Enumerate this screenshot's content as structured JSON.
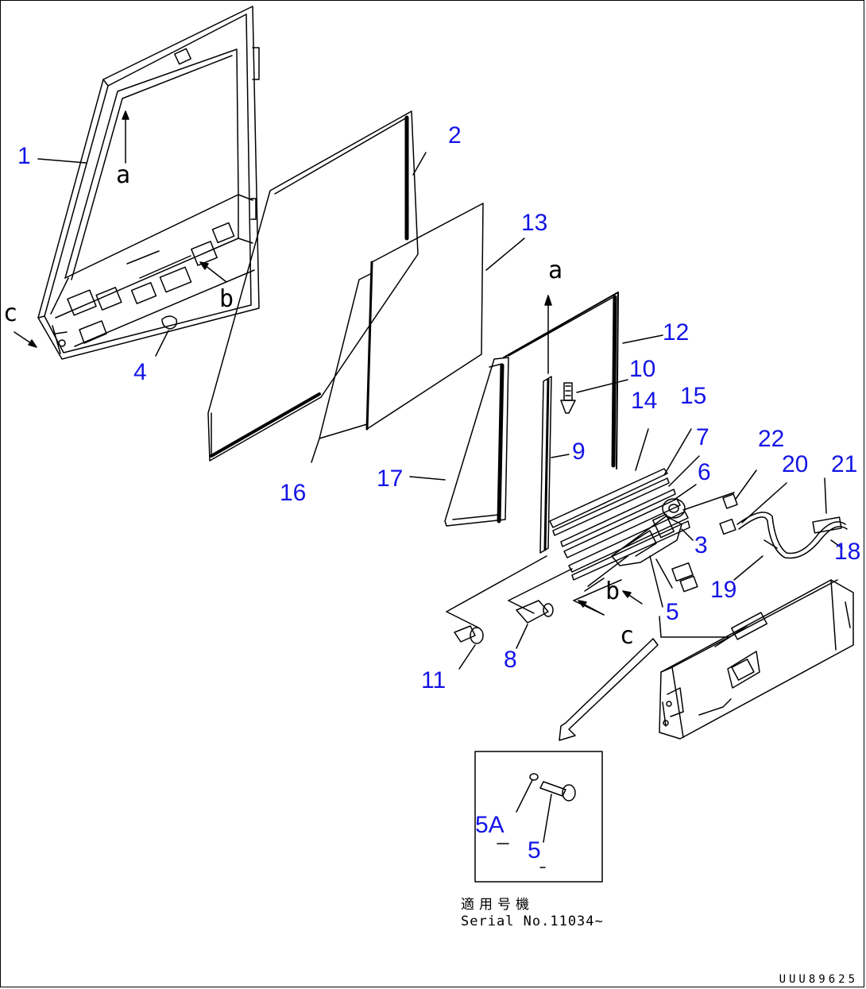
{
  "diagram": {
    "callouts": [
      "1",
      "2",
      "13",
      "4",
      "12",
      "10",
      "14",
      "15",
      "7",
      "22",
      "20",
      "21",
      "16",
      "17",
      "9",
      "6",
      "3",
      "18",
      "19",
      "5",
      "11",
      "8",
      "5A",
      "5"
    ],
    "reference_letters": [
      "a",
      "b",
      "c",
      "a",
      "b",
      "c"
    ],
    "serial_note": {
      "line1": "適用号機",
      "line2": "Serial No.11034~"
    },
    "drawing_id": "UUU89625"
  }
}
